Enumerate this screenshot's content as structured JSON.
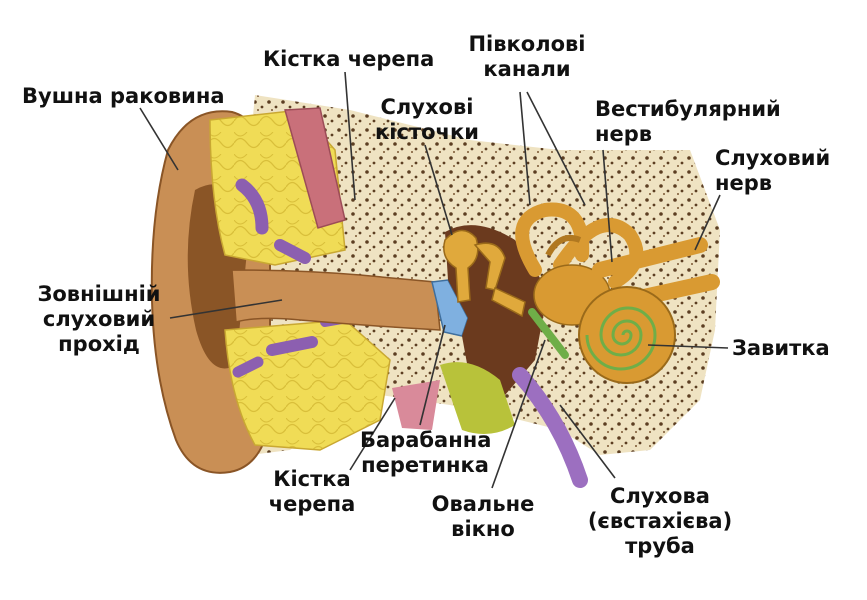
{
  "colors": {
    "skin": "#c98f55",
    "skin_dark": "#8a5526",
    "bone": "#efe3c2",
    "bone_pore": "#5c3e22",
    "fat": "#f0dc56",
    "vessel": "#8c5fb0",
    "muscle": "#c9707a",
    "ossicle": "#e0a93c",
    "cavity": "#6b3a1e",
    "inner_ear": "#d99a32",
    "drum": "#7fb0e0",
    "tube": "#9c6fc0",
    "green": "#6fae48",
    "leader": "#333333"
  },
  "labels": {
    "auricle": "Вушна раковина",
    "skull_top": "Кістка черепа",
    "canals_1": "Півколові",
    "canals_2": "канали",
    "ossicles_1": "Слухові",
    "ossicles_2": "кісточки",
    "vestibular_1": "Вестибулярний",
    "vestibular_2": "нерв",
    "auditory_1": "Слуховий",
    "auditory_2": "нерв",
    "canal_ext_1": "Зовнішній",
    "canal_ext_2": "слуховий",
    "canal_ext_3": "прохід",
    "cochlea": "Завитка",
    "drum_1": "Барабанна",
    "drum_2": "перетинка",
    "skull_bottom_1": "Кістка",
    "skull_bottom_2": "черепа",
    "oval_1": "Овальне",
    "oval_2": "вікно",
    "tube_1": "Слухова",
    "tube_2": "(євстахієва)",
    "tube_3": "труба"
  }
}
